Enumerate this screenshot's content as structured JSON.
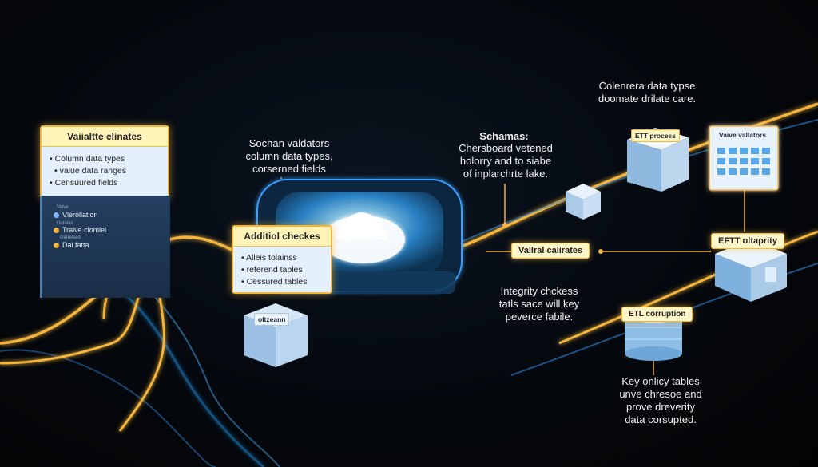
{
  "validate_card": {
    "title": "Vaiialtte elinates",
    "items": [
      "Column data types",
      "value data ranges",
      "Censuured fields"
    ]
  },
  "left_panel": {
    "legend": [
      {
        "label": "Vlerollation",
        "color": "#7fb6ff"
      },
      {
        "label": "Traive clomiel",
        "color": "#f3b53d"
      },
      {
        "label": "Dal fatta",
        "color": "#f3b53d"
      }
    ],
    "small_texts": [
      "Valve",
      "Datatas",
      "Genelsed"
    ]
  },
  "additional_card": {
    "title": "Additiol checkes",
    "items": [
      "Alleis tolainss",
      "referend tables",
      "Cessured tables"
    ]
  },
  "schema_validators_text": "Sochan valdators\ncolumn data types,\ncorserned fields",
  "schemas_text": {
    "title": "Schamas:",
    "body": "Chersboard vetened\nholorry and to siabe\nof inplarchrte lake."
  },
  "top_right_text": "Colenrera data typse\ndoomate drilate care.",
  "etl_process_label": "ETT process",
  "valve_validators_label": "Vaive vallators",
  "valid_tag": "Vallral calirates",
  "etl_integrity_tag": "EFTT oltaprity",
  "integrity_text": "Integrity chckess\ntatls sace will key\npeverce fabile.",
  "etl_corruption_label": "ETL corruption",
  "bottom_right_text": "Key onlicy tables\nunve chresoe and\nprove dreverity\ndata corsupted.",
  "cube_left_label": "oltzeann",
  "colors": {
    "accent_yellow": "#f3b53d",
    "accent_blue": "#3aa0ff",
    "background": "#05080d"
  }
}
